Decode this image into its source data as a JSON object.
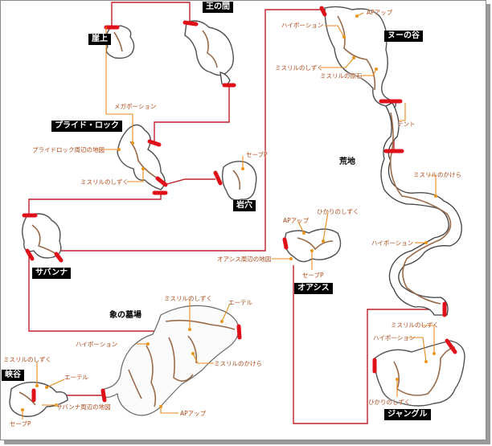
{
  "areas": {
    "cliff_top": "崖上",
    "kings_room": "王の間",
    "pride_rock": "プライド・ロック",
    "rock_cave": "岩穴",
    "savanna": "サバンナ",
    "gnu_valley": "ヌーの谷",
    "wasteland": "荒地",
    "oasis": "オアシス",
    "elephant_graveyard": "象の墓場",
    "gorge": "峡谷",
    "jungle": "ジャングル"
  },
  "items": {
    "mega_potion_pride": "メガポーション",
    "pride_map": "プライドロック周辺の地図",
    "mythril_shard_pride": "ミスリルのしずく",
    "save_rockcave": "セーブP",
    "hi_potion_gnu": "ハイポーション",
    "ap_up_gnu": "APアップ",
    "mythril_shard_gnu": "ミスリルのしずく",
    "mythril_stone_gnu": "ミスリルの原石",
    "tent_gnu": "テント",
    "mythril_piece_waste": "ミスリルのかけら",
    "hi_potion_waste": "ハイポーション",
    "ap_up_oasis": "APアップ",
    "bright_shard_oasis": "ひかりのしずく",
    "oasis_map": "オアシス周辺の地図",
    "save_oasis": "セーブP",
    "mythril_shard_grave": "ミスリルのしずく",
    "ether_grave": "エーテル",
    "hi_potion_grave": "ハイポーション",
    "mythril_piece_grave": "ミスリルのかけら",
    "mythril_shard_gorge": "ミスリルのしずく",
    "ether_gorge": "エーテル",
    "savanna_map": "サバンナ周辺の地図",
    "save_gorge": "セーブP",
    "ap_up_grave": "APアップ",
    "mythril_shard_jungle": "ミスリルのしずく",
    "hi_potion_jungle": "ハイポーション",
    "bright_shard_jungle": "ひかりのしずく"
  }
}
